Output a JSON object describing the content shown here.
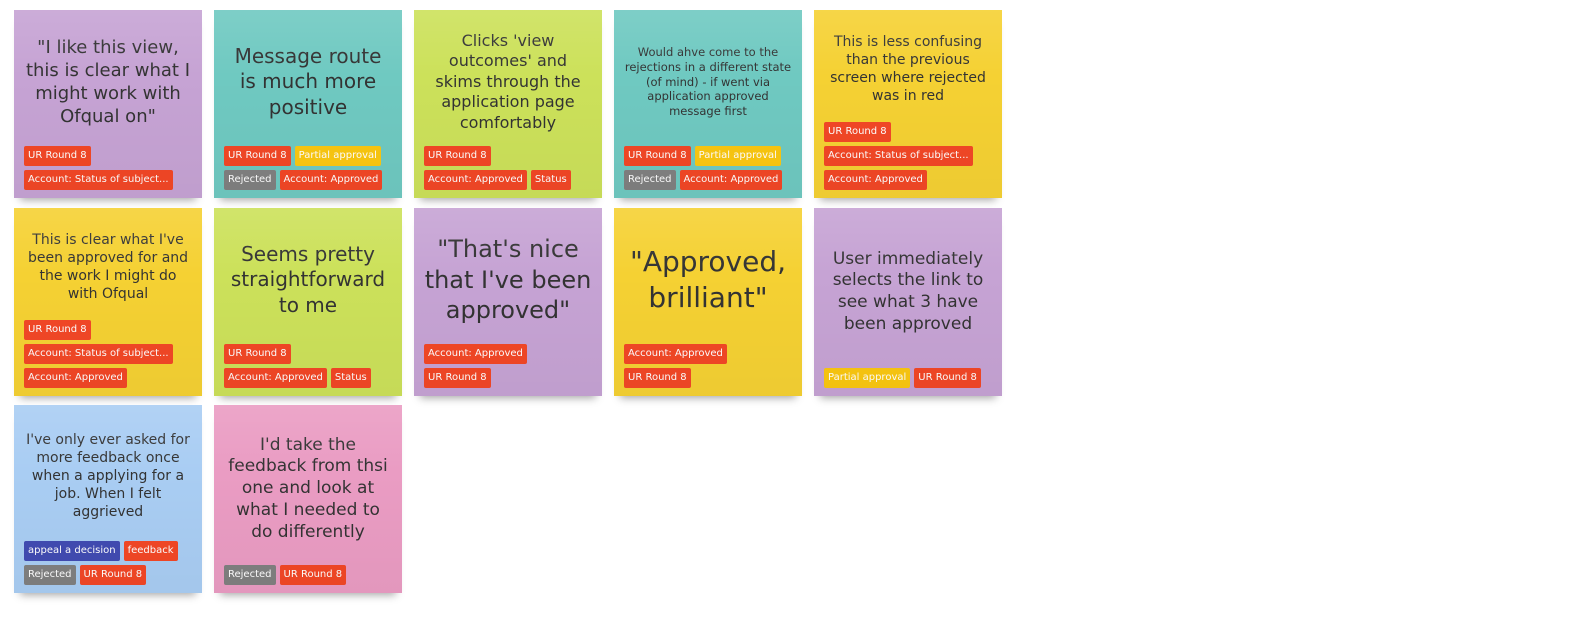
{
  "tag_colors": {
    "red": "#f24726",
    "yellow": "#fac710",
    "gray": "#808080",
    "blue": "#414bb2"
  },
  "note_colors": {
    "purple": "#c6a3d4",
    "teal": "#6fc9c1",
    "lime": "#cce15a",
    "yellow": "#f5d133",
    "blue": "#a9cdf3",
    "pink": "#ea9cc3"
  },
  "notes": [
    {
      "text": "\"I like this view, this is clear what I might work with Ofqual on\"",
      "tags": [
        "UR Round 8",
        "Account: Status of subject..."
      ]
    },
    {
      "text": "Message route is much more positive",
      "tags": [
        "UR Round 8",
        "Partial approval",
        "Rejected",
        "Account: Approved"
      ]
    },
    {
      "text": "Clicks 'view outcomes' and skims through the application page comfortably",
      "tags": [
        "UR Round 8",
        "Account: Approved",
        "Status"
      ]
    },
    {
      "text": "Would ahve come to the rejections in a different state (of mind) - if went via application approved message first",
      "tags": [
        "UR Round 8",
        "Partial approval",
        "Rejected",
        "Account: Approved"
      ]
    },
    {
      "text": "This is less confusing than the previous screen where rejected was in red",
      "tags": [
        "UR Round 8",
        "Account: Status of subject...",
        "Account: Approved"
      ]
    },
    {
      "text": "This is clear what I've been approved for and the work I might do with Ofqual",
      "tags": [
        "UR Round 8",
        "Account: Status of subject...",
        "Account: Approved"
      ]
    },
    {
      "text": "Seems pretty straightforward to me",
      "tags": [
        "UR Round 8",
        "Account: Approved",
        "Status"
      ]
    },
    {
      "text": "\"That's nice that I've been approved\"",
      "tags": [
        "Account: Approved",
        "UR Round 8"
      ]
    },
    {
      "text": "\"Approved, brilliant\"",
      "tags": [
        "Account: Approved",
        "UR Round 8"
      ]
    },
    {
      "text": "User immediately selects the link to see what 3 have been approved",
      "tags": [
        "Partial approval",
        "UR Round 8"
      ]
    },
    {
      "text": "I've only ever asked for more feedback once when a applying for a job. When I felt aggrieved",
      "tags": [
        "appeal a decision",
        "feedback",
        "Rejected",
        "UR Round 8"
      ]
    },
    {
      "text": "I'd take the feedback from thsi one and look at what I needed to do differently",
      "tags": [
        "Rejected",
        "UR Round 8"
      ]
    }
  ]
}
